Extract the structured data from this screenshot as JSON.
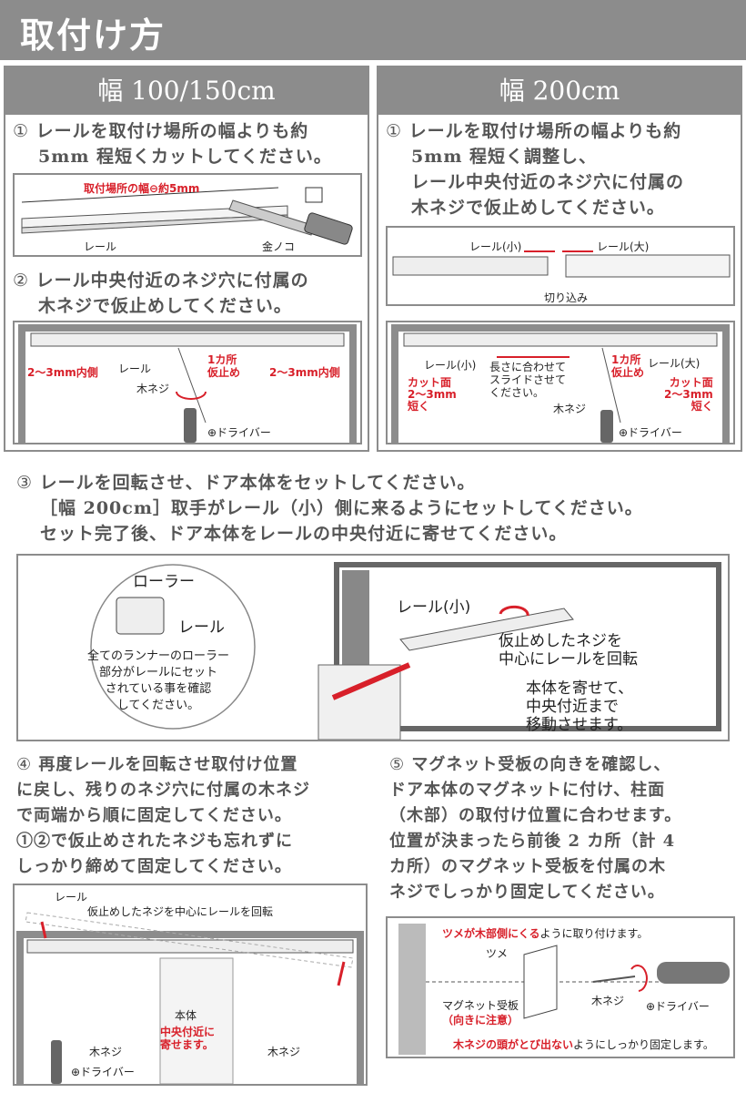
{
  "header": {
    "title": "取付け方"
  },
  "left": {
    "title": "幅 100/150cm",
    "step1": {
      "num": "①",
      "line1": "レールを取付け場所の幅よりも約",
      "line2": "5mm 程短くカットしてください。"
    },
    "fig1": {
      "measure": "取付場所の幅⊖約5mm",
      "rail": "レール",
      "saw": "金ノコ"
    },
    "step2": {
      "num": "②",
      "line1": "レール中央付近のネジ穴に付属の",
      "line2": "木ネジで仮止めしてください。"
    },
    "fig2": {
      "left_gap": "2〜3mm内側",
      "right_gap": "2〜3mm内側",
      "rail": "レール",
      "one_place_1": "1カ所",
      "one_place_2": "仮止め",
      "screw": "木ネジ",
      "driver": "⊕ドライバー"
    }
  },
  "right": {
    "title": "幅 200cm",
    "step1": {
      "num": "①",
      "line1": "レールを取付け場所の幅よりも約",
      "line2": "5mm 程短く調整し、",
      "line3": "レール中央付近のネジ穴に付属の",
      "line4": "木ネジで仮止めしてください。"
    },
    "fig1": {
      "small": "レール(小)",
      "large": "レール(大)",
      "notch": "切り込み"
    },
    "fig2": {
      "small": "レール(小)",
      "large": "レール(大)",
      "slide_1": "長さに合わせて",
      "slide_2": "スライドさせて",
      "slide_3": "ください。",
      "one_place_1": "1カ所",
      "one_place_2": "仮止め",
      "cut_l_1": "カット面",
      "cut_l_2": "2〜3mm",
      "cut_l_3": "短く",
      "cut_r_1": "カット面",
      "cut_r_2": "2〜3mm",
      "cut_r_3": "短く",
      "screw": "木ネジ",
      "driver": "⊕ドライバー"
    }
  },
  "step3": {
    "num": "③",
    "line1": "レールを回転させ、ドア本体をセットしてください。",
    "line2": "［幅 200cm］取手がレール（小）側に来るようにセットしてください。",
    "line3": "セット完了後、ドア本体をレールの中央付近に寄せてください。",
    "roller": "ローラー",
    "rail": "レール",
    "circle_1": "全てのランナーのローラー",
    "circle_2": "部分がレールにセット",
    "circle_3": "されている事を確認",
    "circle_4": "してください。",
    "small": "レール(小)",
    "rotate_1": "仮止めしたネジを",
    "rotate_2": "中心にレールを回転",
    "move_1": "本体を寄せて、",
    "move_2": "中央付近まで",
    "move_3": "移動させます。"
  },
  "step4": {
    "num": "④",
    "line1": "再度レールを回転させ取付け位置",
    "line2": "に戻し、残りのネジ穴に付属の木ネジ",
    "line3": "で両端から順に固定してください。",
    "line4": "①②で仮止めされたネジも忘れずに",
    "line5": "しっかり締めて固定してください。",
    "rail": "レール",
    "rotate": "仮止めしたネジを中心にレールを回転",
    "body": "本体",
    "center_1": "中央付近に",
    "center_2": "寄せます。",
    "screw_l": "木ネジ",
    "screw_r": "木ネジ",
    "driver": "⊕ドライバー"
  },
  "step5": {
    "num": "⑤",
    "line1": "マグネット受板の向きを確認し、",
    "line2": "ドア本体のマグネットに付け、柱面",
    "line3": "（木部）の取付け位置に合わせます。",
    "line4": "位置が決まったら前後 2 カ所（計 4",
    "line5": "カ所）のマグネット受板を付属の木",
    "line6": "ネジでしっかり固定してください。",
    "top_red": "ツメが木部側にくる",
    "top_rest": "ように取り付けます。",
    "claw": "ツメ",
    "screw": "木ネジ",
    "plate_1": "マグネット受板",
    "plate_2": "（向きに注意）",
    "driver": "⊕ドライバー",
    "bottom_red": "木ネジの頭がとび出ない",
    "bottom_rest": "ようにしっかり固定します。"
  }
}
